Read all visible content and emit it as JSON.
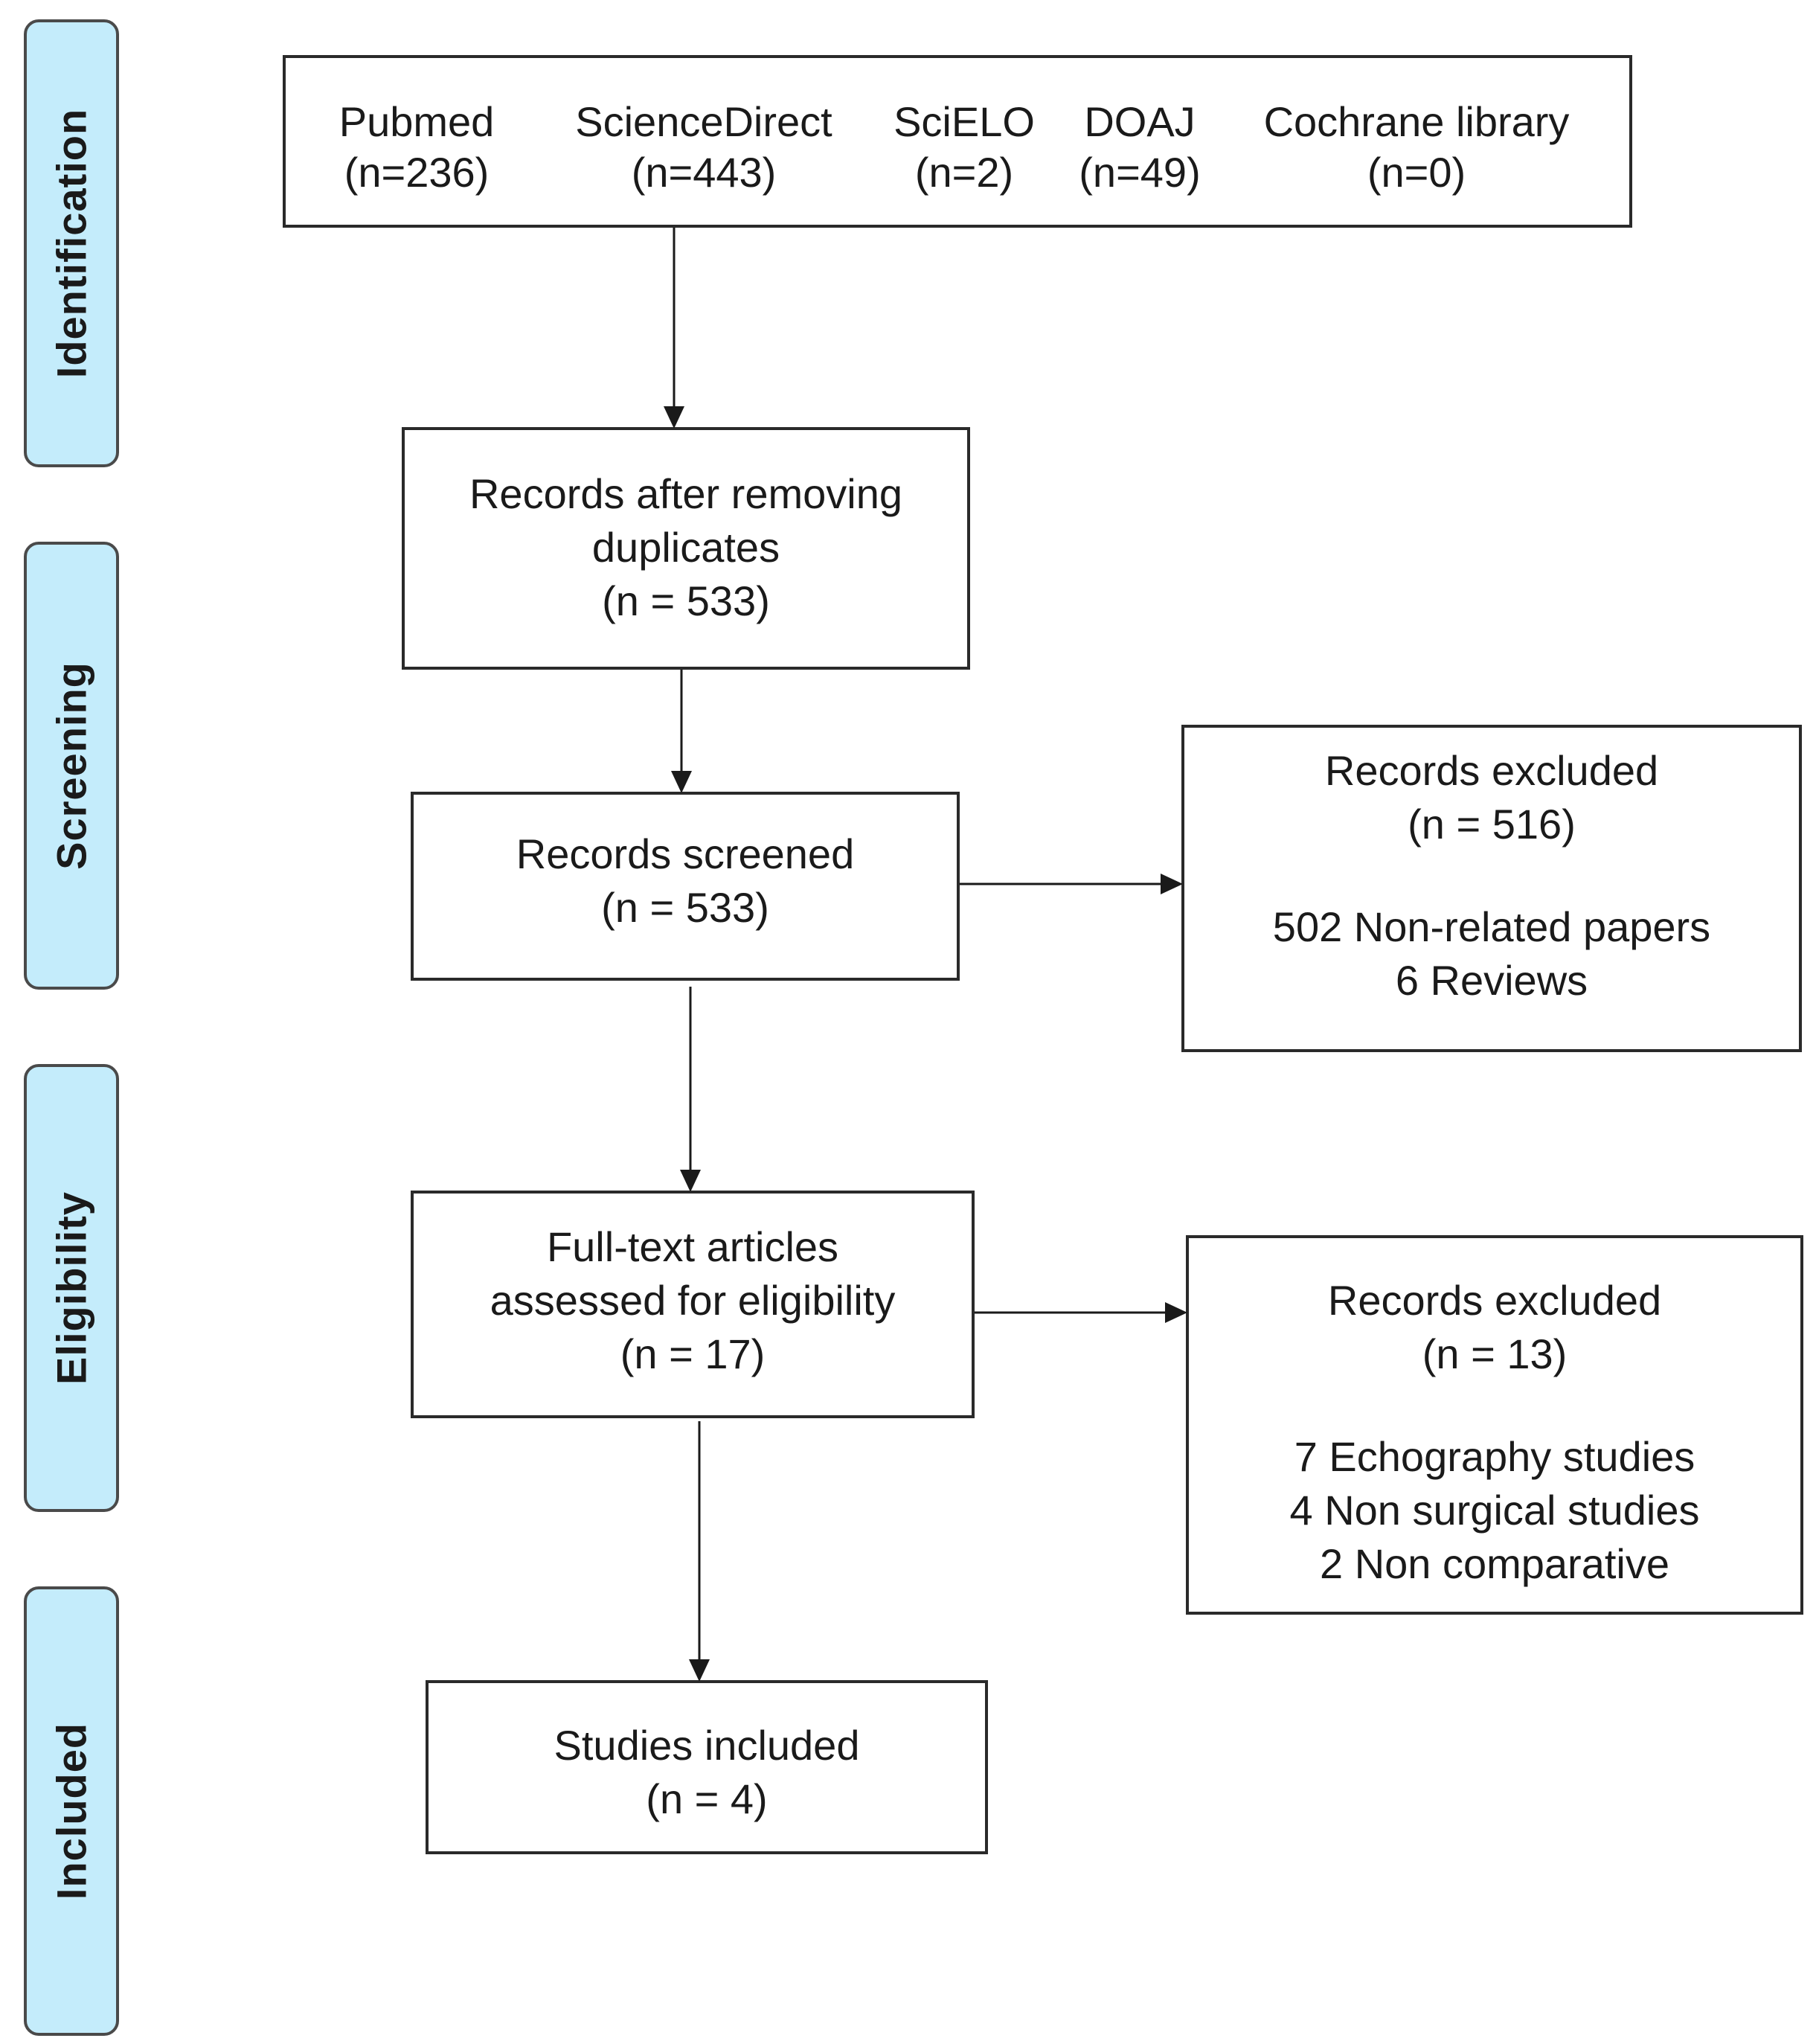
{
  "stages": {
    "identification": "Identification",
    "screening": "Screening",
    "eligibility": "Eligibility",
    "included": "Included"
  },
  "sources": [
    {
      "name": "Pubmed",
      "count": "(n=236)"
    },
    {
      "name": "ScienceDirect",
      "count": "(n=443)"
    },
    {
      "name": "SciELO",
      "count": "(n=2)"
    },
    {
      "name": "DOAJ",
      "count": "(n=49)"
    },
    {
      "name": "Cochrane library",
      "count": "(n=0)"
    }
  ],
  "dedup": {
    "line1": "Records after removing",
    "line2": "duplicates",
    "count": "(n = 533)"
  },
  "screened": {
    "label": "Records screened",
    "count": "(n = 533)"
  },
  "excluded1": {
    "label": "Records excluded",
    "count": "(n = 516)",
    "reasons": [
      "502 Non-related papers",
      "6 Reviews"
    ]
  },
  "fulltext": {
    "line1": "Full-text articles",
    "line2": "assessed for eligibility",
    "count": "(n = 17)"
  },
  "excluded2": {
    "label": "Records excluded",
    "count": "(n = 13)",
    "reasons": [
      "7 Echography studies",
      "4 Non surgical studies",
      "2 Non comparative"
    ]
  },
  "included": {
    "label": "Studies included",
    "count": "(n = 4)"
  }
}
